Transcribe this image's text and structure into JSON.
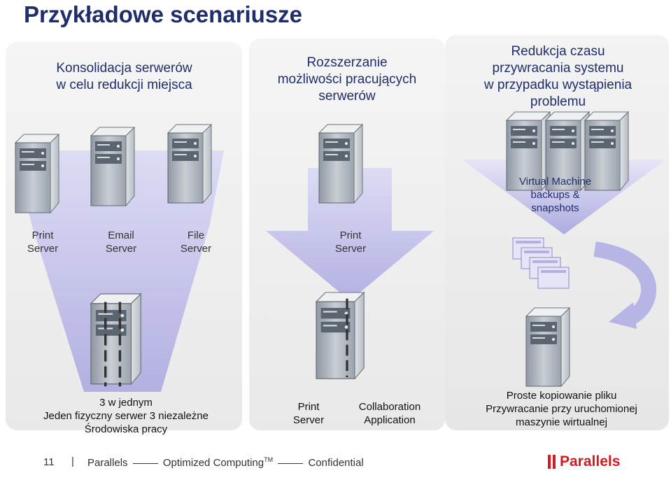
{
  "title": "Przykładowe scenariusze",
  "scenarios": [
    {
      "heading": [
        "Konsolidacja serwerów",
        "w celu redukcji miejsca"
      ],
      "servers": [
        {
          "label": [
            "Print",
            "Server"
          ]
        },
        {
          "label": [
            "Email",
            "Server"
          ]
        },
        {
          "label": [
            "File",
            "Server"
          ]
        }
      ],
      "caption": [
        "3 w jednym",
        "Jeden fizyczny serwer  3 niezależne",
        "Środowiska pracy"
      ]
    },
    {
      "heading": [
        "Rozszerzanie",
        "możliwości pracujących",
        "serwerów"
      ],
      "server_label": [
        "Print",
        "Server"
      ],
      "caption_left": [
        "Print",
        "Server"
      ],
      "caption_right": [
        "Collaboration",
        "Application"
      ]
    },
    {
      "heading": [
        "Redukcja czasu",
        "przywracania systemu",
        "w przypadku wystąpienia",
        "problemu"
      ],
      "arrow_label": [
        "Virtual Machine",
        "backups &",
        "snapshots"
      ],
      "caption": [
        "Proste kopiowanie pliku",
        "Przywracanie  przy uruchomionej",
        "maszynie wirtualnej"
      ]
    }
  ],
  "footer": {
    "page_number": "11",
    "separator": "|",
    "text_prefix": "Parallels",
    "text_product": "Optimized Computing",
    "tm": "TM",
    "text_suffix": "Confidential",
    "brand": "Parallels"
  },
  "colors": {
    "heading": "#1f2d6b",
    "funnel": "#b7b4e6",
    "brand_red": "#d71920"
  }
}
